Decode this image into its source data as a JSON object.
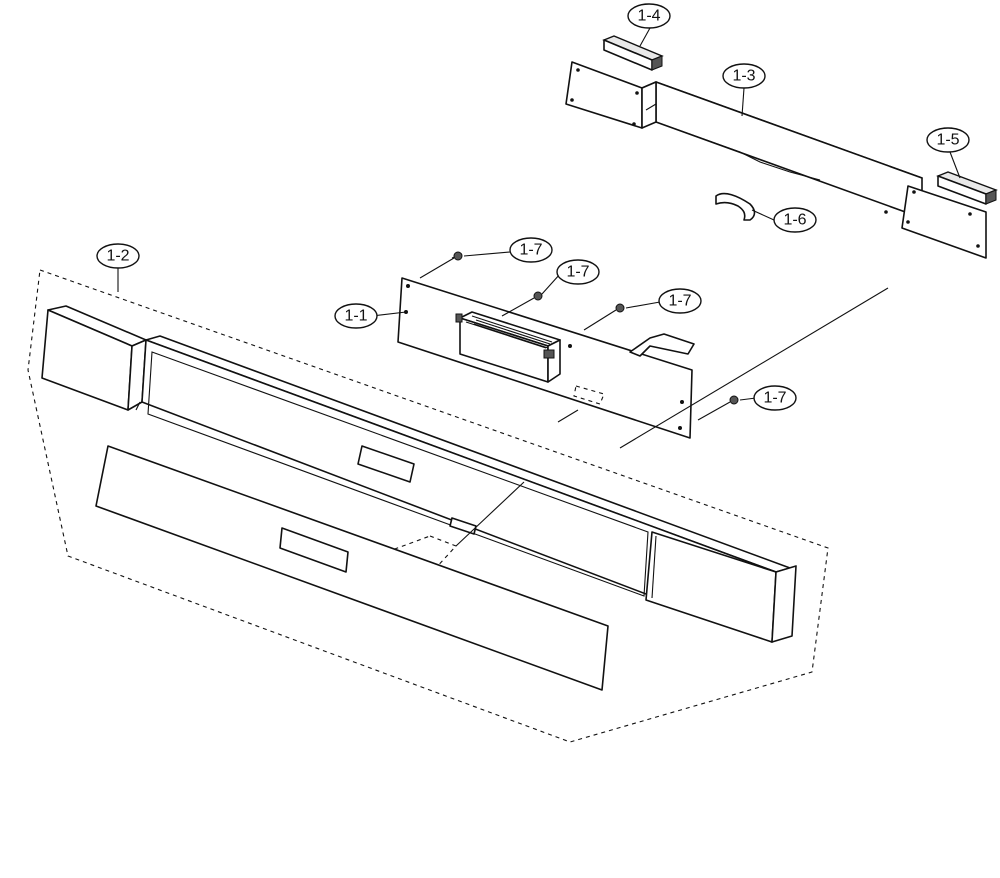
{
  "callouts": {
    "c1_4": "1-4",
    "c1_3": "1-3",
    "c1_5": "1-5",
    "c1_6": "1-6",
    "c1_2": "1-2",
    "c1_1": "1-1",
    "c1_7a": "1-7",
    "c1_7b": "1-7",
    "c1_7c": "1-7",
    "c1_7d": "1-7"
  }
}
